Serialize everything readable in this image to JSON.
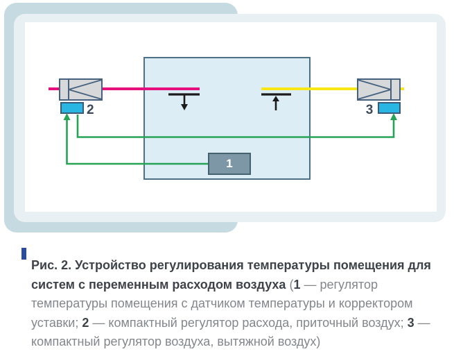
{
  "figure": {
    "diagram": {
      "controller_label": "1",
      "supply_regulator_label": "2",
      "extract_regulator_label": "3"
    },
    "colors": {
      "panel_back": "#c6dae2",
      "panel_front": "#e8f0f3",
      "canvas": "#ffffff",
      "room_fill": "#dcedf5",
      "room_border": "#4e7086",
      "unit_fill": "#d6d8da",
      "unit_border": "#46617d",
      "actuator_fill": "#29b6e3",
      "actuator_border": "#3a5a78",
      "controller_fill": "#7e97a6",
      "controller_border": "#44626e",
      "signal_green": "#27a356",
      "supply_line_magenta": "#e5107e",
      "extract_line_yellow": "#f8e616",
      "sensor_black": "#1b1b1b",
      "number_label": "#3d4a5a",
      "caption_bold": "#3e434a",
      "caption_regular": "#83878b",
      "bullet_blue": "#2a4b9e"
    }
  },
  "caption": {
    "parts": [
      {
        "text": "Рис. 2. Устройство регулирования температуры помещения для систем с переменным расходом воздуха ",
        "bold": true
      },
      {
        "text": "(",
        "bold": false
      },
      {
        "text": "1",
        "bold": true
      },
      {
        "text": " — регулятор температуры помещения с датчиком температуры и корректором уставки; ",
        "bold": false
      },
      {
        "text": "2",
        "bold": true
      },
      {
        "text": " — компактный регулятор расхода, приточный воздух; ",
        "bold": false
      },
      {
        "text": "3",
        "bold": true
      },
      {
        "text": " — компактный регулятор воздуха, вытяжной воздух)",
        "bold": false
      }
    ]
  }
}
